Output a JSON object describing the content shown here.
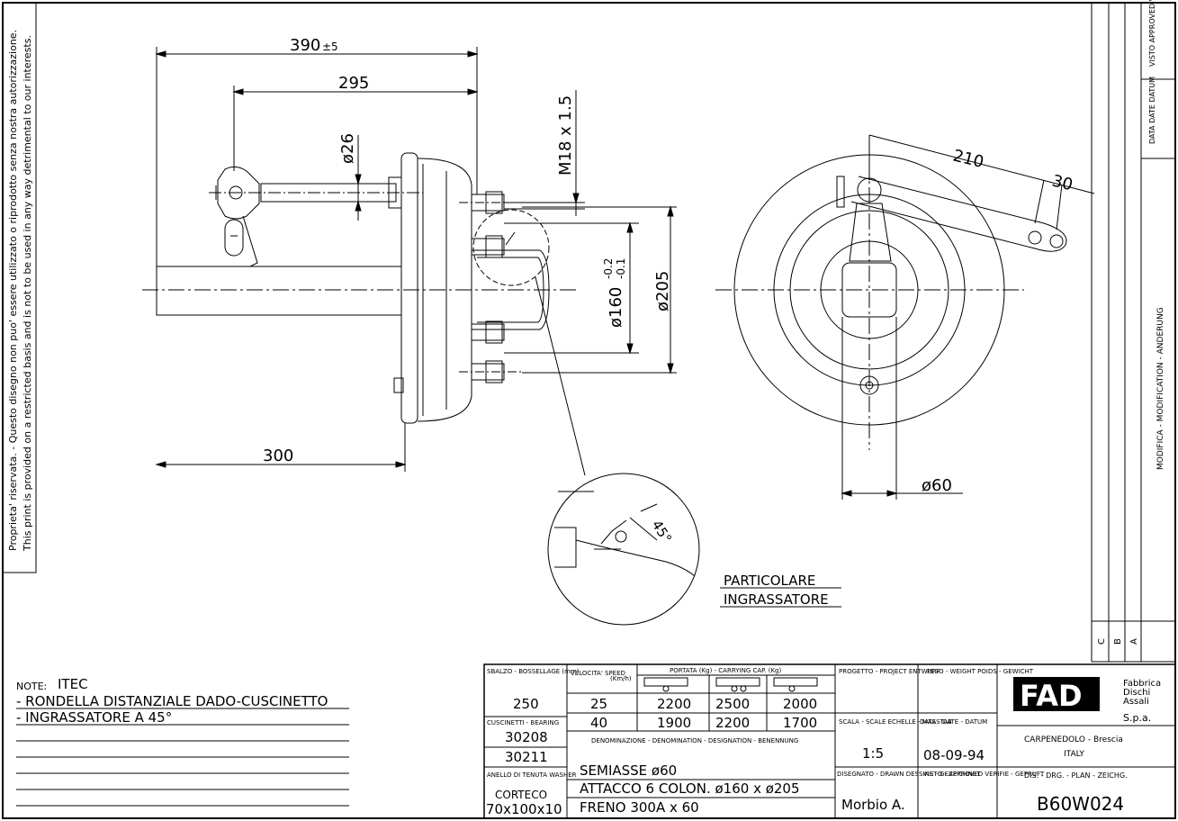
{
  "side_note": {
    "line1": "Proprieta' riservata. - Questo disegno non puo' essere utilizzato o riprodotto senza nostra autorizzazione.",
    "line2": "This print is provided on a restricted basis and is not to be used in any way detrimental to our interests."
  },
  "dimensions": {
    "overall": "390",
    "overall_tol": "±5",
    "d295": "295",
    "d26": "ø26",
    "d300": "300",
    "thread": "M18 x 1.5",
    "d160": "ø160",
    "d160_tol_upper": "-0.2",
    "d160_tol_lower": "-0.1",
    "d205": "ø205",
    "d210": "210",
    "d30": "30",
    "d60": "ø60",
    "angle": "45°"
  },
  "detail_label": {
    "line1": "PARTICOLARE",
    "line2": "INGRASSATORE"
  },
  "revision_column": {
    "visto": "VISTO APPROVED VERIFIE",
    "data": "DATA DATE DATUM",
    "modifica": "MODIFICA - MODIFICATION - ANDERUNG",
    "rows": [
      "C",
      "B",
      "A"
    ]
  },
  "notes": {
    "prefix": "NOTE:",
    "lines": [
      "ITEC",
      "- RONDELLA DISTANZIALE DADO-CUSCINETTO",
      "- INGRASSATORE A 45°"
    ]
  },
  "title_block": {
    "sbalzo_label": "SBALZO - BOSSELLAGE (mm)",
    "sbalzo_value": "250",
    "cuscinetti_label": "CUSCINETTI - BEARING",
    "cuscinetti_values": [
      "30208",
      "30211"
    ],
    "anello_label": "ANELLO DI TENUTA WASHER",
    "anello_brand": "CORTECO",
    "anello_value": "70x100x10",
    "velocita_label": "VELOCITA' SPEED",
    "velocita_unit": "(Km/h)",
    "velocita_values": [
      "25",
      "40"
    ],
    "portata_label": "PORTATA (Kg) - CARRYING CAP. (Kg)",
    "portata_rows": [
      [
        "2200",
        "2500",
        "2000"
      ],
      [
        "1900",
        "2200",
        "1700"
      ]
    ],
    "denominazione_label": "DENOMINAZIONE - DENOMINATION - DESIGNATION - BENENNUNG",
    "denominazione_lines": [
      "SEMIASSE ø60",
      "ATTACCO 6 COLON. ø160 x ø205",
      "FRENO 300A x 60"
    ],
    "progetto_label": "PROGETTO - PROJECT ENTWURF",
    "peso_label": "PESO - WEIGHT POIDS - GEWICHT",
    "scala_label": "SCALA - SCALE ECHELLE - MASSTAB",
    "scala_value": "1:5",
    "data_label": "DATA - DATE - DATUM",
    "data_value": "08-09-94",
    "disegnato_label": "DISEGNATO - DRAWN DESSINE - GEZEICHNET",
    "disegnato_value": "Morbio A.",
    "visto_label": "VISTO - APPROVED VERIFIE - GEPRUFT",
    "company_name": [
      "Fabbrica",
      "Dischi",
      "Assali"
    ],
    "company_suffix": "S.p.a.",
    "company_city": "CARPENEDOLO - Brescia",
    "company_country": "ITALY",
    "dis_label": "DIS. - DRG. - PLAN - ZEICHG.",
    "dis_value": "B60W024"
  }
}
